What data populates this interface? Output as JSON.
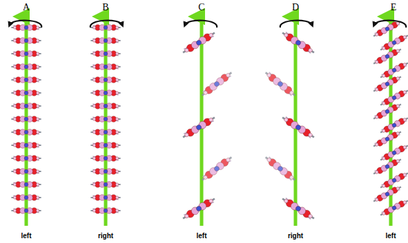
{
  "diagram": {
    "labels": [
      "A",
      "B",
      "C",
      "D",
      "E",
      "left",
      "right",
      "left",
      "right",
      "left"
    ]
  }
}
